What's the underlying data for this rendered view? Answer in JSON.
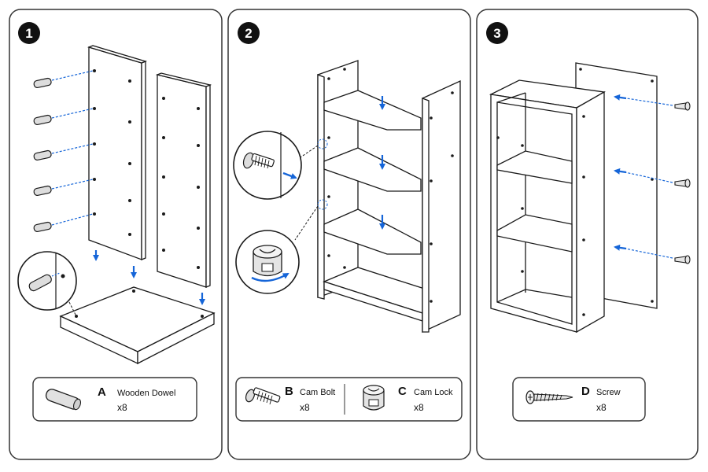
{
  "steps": [
    {
      "number": "1"
    },
    {
      "number": "2"
    },
    {
      "number": "3"
    }
  ],
  "parts": [
    {
      "letter": "A",
      "name": "Wooden Dowel",
      "qty": "x8",
      "icon": "dowel-icon"
    },
    {
      "letter": "B",
      "name": "Cam Bolt",
      "qty": "x8",
      "icon": "cam-bolt-icon"
    },
    {
      "letter": "C",
      "name": "Cam Lock",
      "qty": "x8",
      "icon": "cam-lock-icon"
    },
    {
      "letter": "D",
      "name": "Screw",
      "qty": "x8",
      "icon": "screw-icon"
    }
  ],
  "colors": {
    "line": "#1a1a1a",
    "accent": "#1565d8",
    "panel_border": "#333333",
    "fill": "#ffffff"
  }
}
